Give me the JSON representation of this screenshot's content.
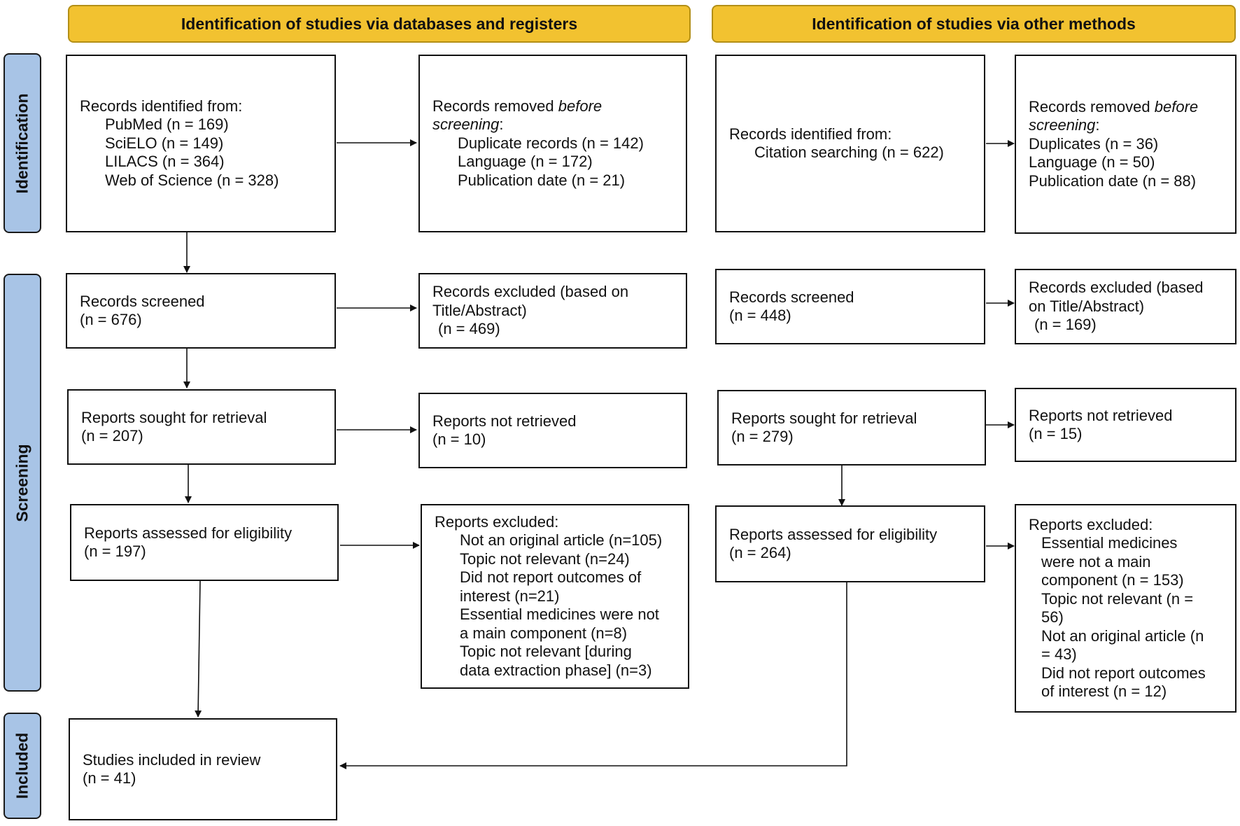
{
  "headers": {
    "databases": "Identification of studies via databases and registers",
    "other": "Identification of studies via other methods"
  },
  "phases": {
    "identification": "Identification",
    "screening": "Screening",
    "included": "Included"
  },
  "left": {
    "identified": {
      "title": "Records identified from:",
      "items": [
        "PubMed (n = 169)",
        "SciELO (n = 149)",
        "LILACS (n = 364)",
        "Web of Science (n = 328)"
      ]
    },
    "removed": {
      "title_pre": "Records removed ",
      "title_em": "before",
      "title_em2": "screening",
      "title_post": ":",
      "items": [
        "Duplicate records (n = 142)",
        "Language (n = 172)",
        "Publication date (n = 21)"
      ]
    },
    "screened": {
      "label": "Records screened",
      "n": "(n = 676)"
    },
    "excluded": {
      "line1": "Records excluded (based on",
      "line2": "Title/Abstract)",
      "n": "(n = 469)"
    },
    "sought": {
      "label": "Reports sought for retrieval",
      "n": "(n = 207)"
    },
    "not_retrieved": {
      "label": "Reports not retrieved",
      "n": "(n = 10)"
    },
    "assessed": {
      "label": "Reports assessed for eligibility",
      "n": "(n = 197)"
    },
    "reports_excluded": {
      "title": "Reports excluded:",
      "lines": [
        "Not an original article (n=105)",
        "Topic not relevant (n=24)",
        "Did not report outcomes of",
        "interest (n=21)",
        "Essential medicines were not",
        "a main component (n=8)",
        "Topic not relevant [during",
        "data extraction phase] (n=3)"
      ]
    },
    "included": {
      "label": "Studies included in review",
      "n": "(n = 41)"
    }
  },
  "right": {
    "identified": {
      "title": "Records identified from:",
      "item": "Citation searching (n = 622)"
    },
    "removed": {
      "title_pre": "Records removed ",
      "title_em": "before",
      "title_em2": "screening",
      "title_post": ":",
      "items": [
        "Duplicates (n = 36)",
        "Language (n = 50)",
        "Publication date (n = 88)"
      ]
    },
    "screened": {
      "label": "Records screened",
      "n": "(n = 448)"
    },
    "excluded": {
      "line1": "Records excluded (based",
      "line2": "on Title/Abstract)",
      "n": "(n = 169)"
    },
    "sought": {
      "label": "Reports sought for retrieval",
      "n": "(n = 279)"
    },
    "not_retrieved": {
      "label": "Reports not retrieved",
      "n": "(n = 15)"
    },
    "assessed": {
      "label": "Reports assessed for eligibility",
      "n": "(n = 264)"
    },
    "reports_excluded": {
      "title": "Reports excluded:",
      "lines": [
        "Essential medicines",
        "were not a main",
        "component (n = 153)",
        "Topic not relevant (n =",
        "56)",
        "Not an original article (n",
        "= 43)",
        "Did not report outcomes",
        "of interest (n = 12)"
      ]
    }
  }
}
